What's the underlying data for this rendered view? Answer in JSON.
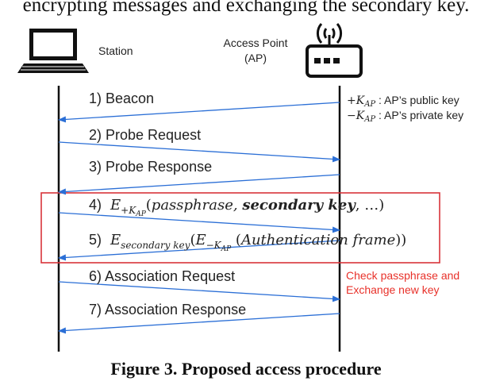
{
  "header_text": "encrypting messages and exchanging the secondary key.",
  "entities": {
    "station": {
      "label": "Station",
      "icon": "laptop-icon"
    },
    "ap": {
      "label_line1": "Access Point",
      "label_line2": "(AP)",
      "icon": "router-icon"
    }
  },
  "key_legend": [
    {
      "sign": "+",
      "sym": "K",
      "sub": "AP",
      "text": " : AP’s public key"
    },
    {
      "sign": "−",
      "sym": "K",
      "sub": "AP",
      "text": " : AP’s private key"
    }
  ],
  "messages": [
    {
      "label": "1) Beacon",
      "direction": "ap-to-station"
    },
    {
      "label": "2) Probe Request",
      "direction": "station-to-ap"
    },
    {
      "label": "3) Probe Response",
      "direction": "ap-to-station"
    },
    {
      "label": "4)",
      "direction": "station-to-ap"
    },
    {
      "label": "5)",
      "direction": "ap-to-station"
    },
    {
      "label": "6) Association Request",
      "direction": "station-to-ap"
    },
    {
      "label": "7) Association Response",
      "direction": "ap-to-station"
    }
  ],
  "formula4": {
    "E": "E",
    "sub_sign": "+",
    "sub_K": "K",
    "sub_AP": "AP",
    "open": "(",
    "arg1": "passphrase, ",
    "bold": "secondary key",
    "rest": ",  …)"
  },
  "formula5": {
    "E": "E",
    "sub": "secondary key",
    "open": "(",
    "inner_E": "E",
    "inner_sign": "−",
    "inner_K": "K",
    "inner_AP": "AP",
    "inner_open": " (",
    "arg": "Authentication frame",
    "close": "))"
  },
  "note": {
    "line1": "Check passphrase and",
    "line2": "Exchange new key",
    "color": "#e8312a"
  },
  "highlight_color": "#d9343a",
  "line_color": "#2b6fd6",
  "caption": "Figure 3. Proposed access procedure"
}
